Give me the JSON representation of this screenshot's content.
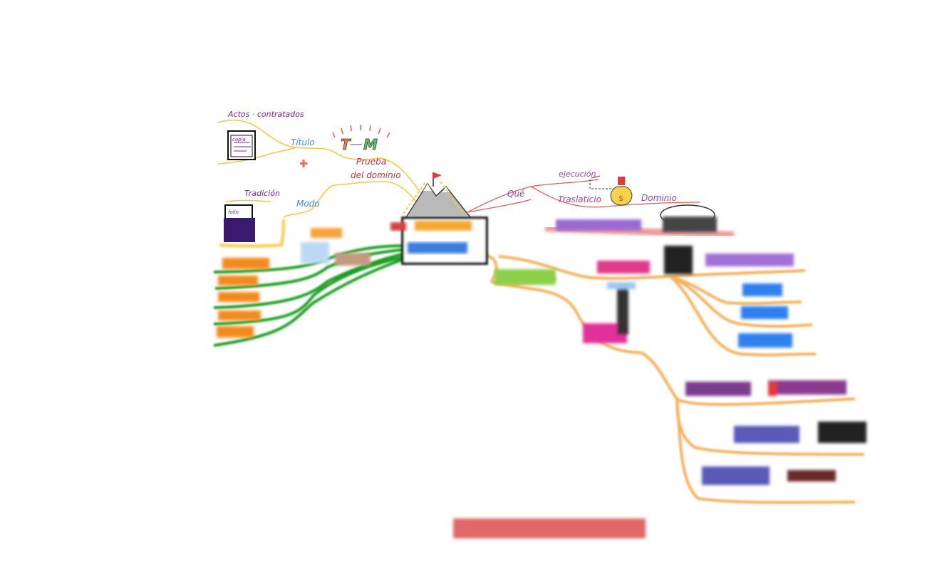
{
  "labels": {
    "actos": "Actos · contratados",
    "copia": "copia",
    "titulo": "Título",
    "prueba_1": "Prueba",
    "prueba_2": "del dominio",
    "tradicion": "Tradición",
    "folio": "folio",
    "modo": "Modo",
    "que": "Qué",
    "ejecucion": "ejecución",
    "traslaticio": "Traslaticio",
    "dominio": "Dominio",
    "tm_t": "T",
    "tm_m": "M"
  },
  "colors": {
    "gold_branch": "#f0c93c",
    "green_branch": "#1f9e22",
    "orange_branch": "#f4b25c",
    "red_branch": "#e0605e",
    "purple_text": "#7b1fa2",
    "blue_text": "#3a8fd8",
    "red_text": "#c8363a"
  },
  "icons": [
    "mountain-flag-icon",
    "money-bag-icon",
    "document-icon",
    "folder-icon",
    "speech-bubble-icon"
  ]
}
